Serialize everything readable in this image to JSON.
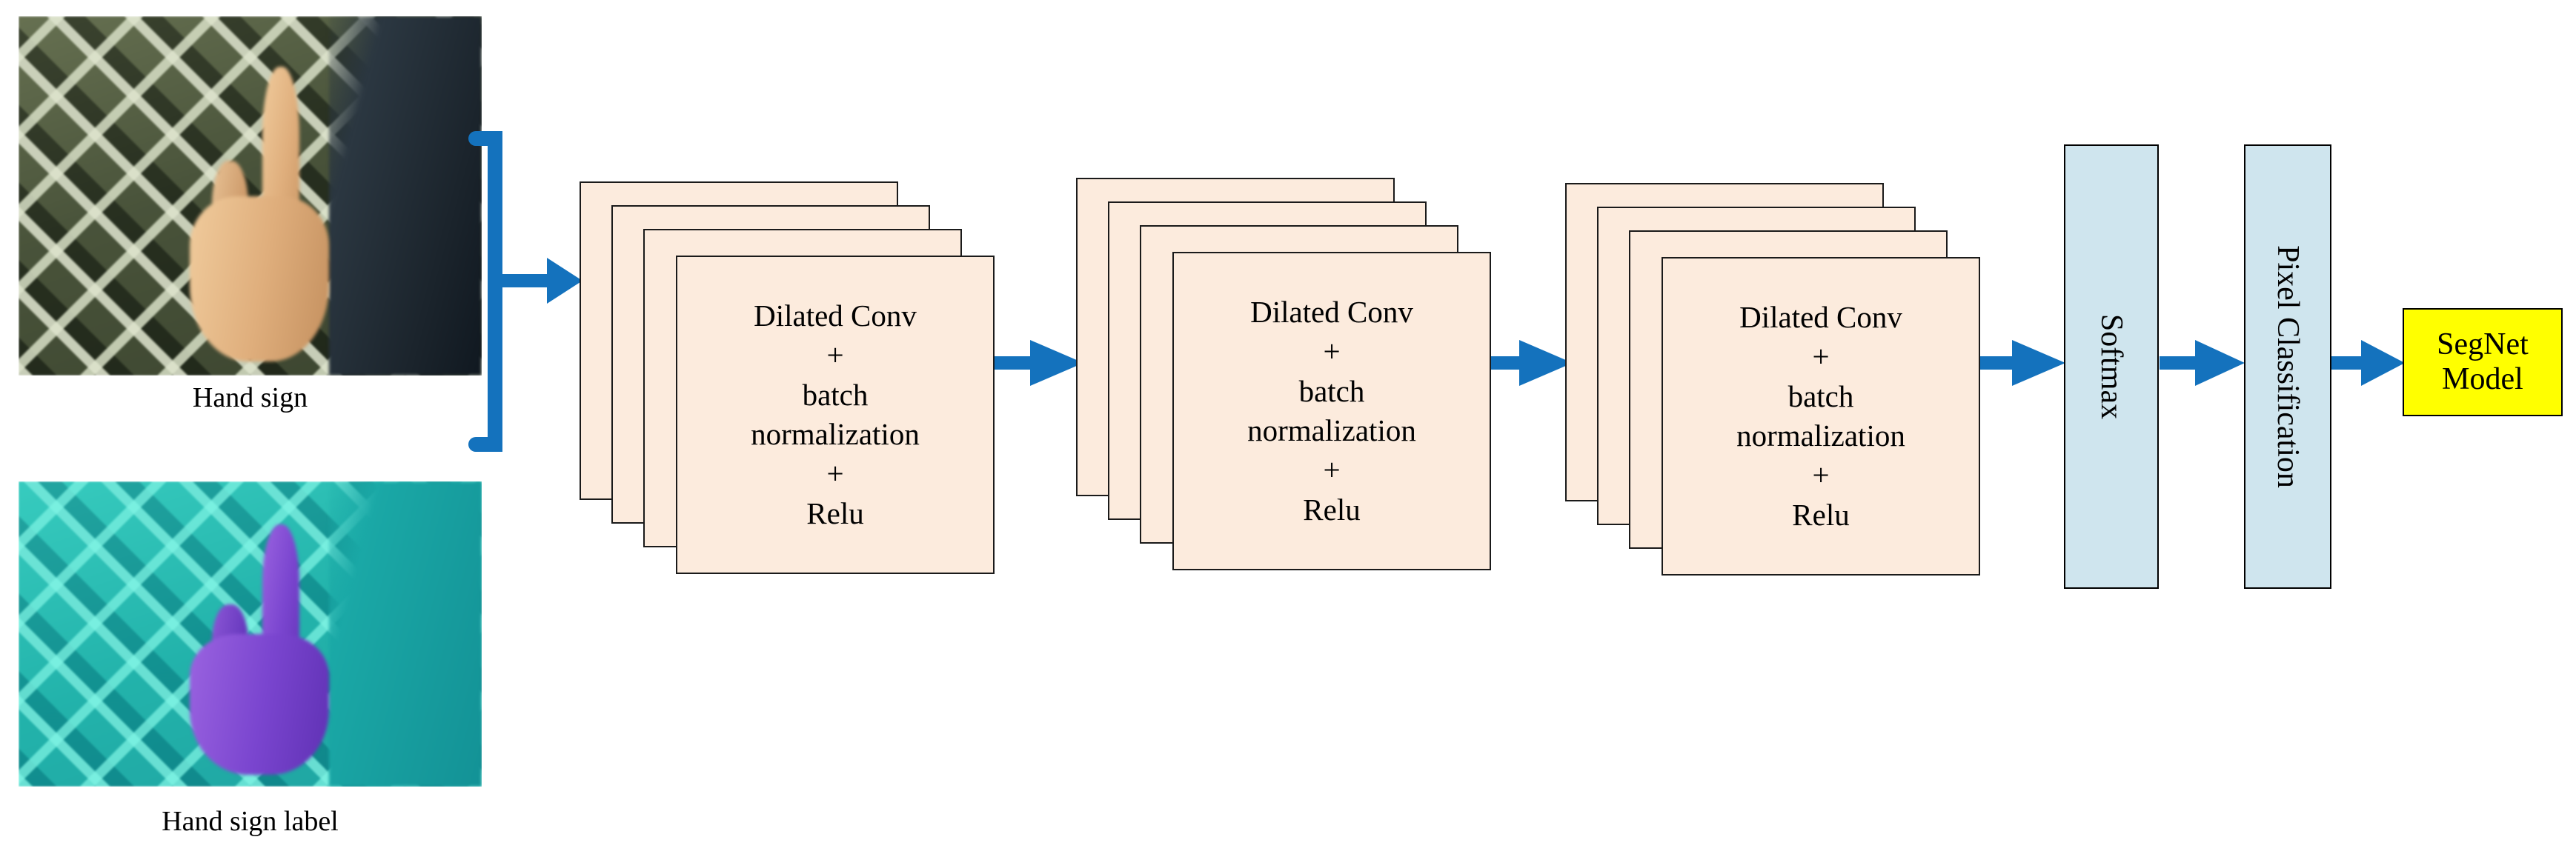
{
  "diagram": {
    "title": "SegNet dilated convolution segmentation pipeline",
    "colors": {
      "arrow_blue": "#1472bd",
      "card_fill": "#fcebdd",
      "card_stroke": "#1a1a1a",
      "vbox_fill": "#cfe5ee",
      "vbox_stroke": "#000000",
      "output_fill": "#ffff00",
      "output_stroke": "#000000",
      "text": "#000000"
    }
  },
  "inputs": [
    {
      "name": "hand-sign",
      "caption": "Hand sign",
      "description": "Photograph of a hand making a sign in front of a diamond lattice fence"
    },
    {
      "name": "hand-sign-label",
      "caption": "Hand sign label",
      "description": "Teal pseudo-color segmentation label with purple hand mask"
    }
  ],
  "conv_blocks": [
    {
      "id": "conv-block-1",
      "layers": 4,
      "lines": [
        "Dilated Conv",
        "+",
        "batch",
        "normalization",
        "+",
        "Relu"
      ]
    },
    {
      "id": "conv-block-2",
      "layers": 4,
      "lines": [
        "Dilated Conv",
        "+",
        "batch",
        "normalization",
        "+",
        "Relu"
      ]
    },
    {
      "id": "conv-block-3",
      "layers": 4,
      "lines": [
        "Dilated Conv",
        "+",
        "batch",
        "normalization",
        "+",
        "Relu"
      ]
    }
  ],
  "stages": {
    "softmax": "Softmax",
    "pixel_classification": "Pixel Classification"
  },
  "output": {
    "lines": [
      "SegNet",
      "Model"
    ]
  },
  "flow": {
    "arrows": [
      "inputs-to-conv-block-1",
      "conv-block-1-to-conv-block-2",
      "conv-block-2-to-conv-block-3",
      "conv-block-3-to-softmax",
      "softmax-to-pixel-classification",
      "pixel-classification-to-segnet"
    ]
  }
}
